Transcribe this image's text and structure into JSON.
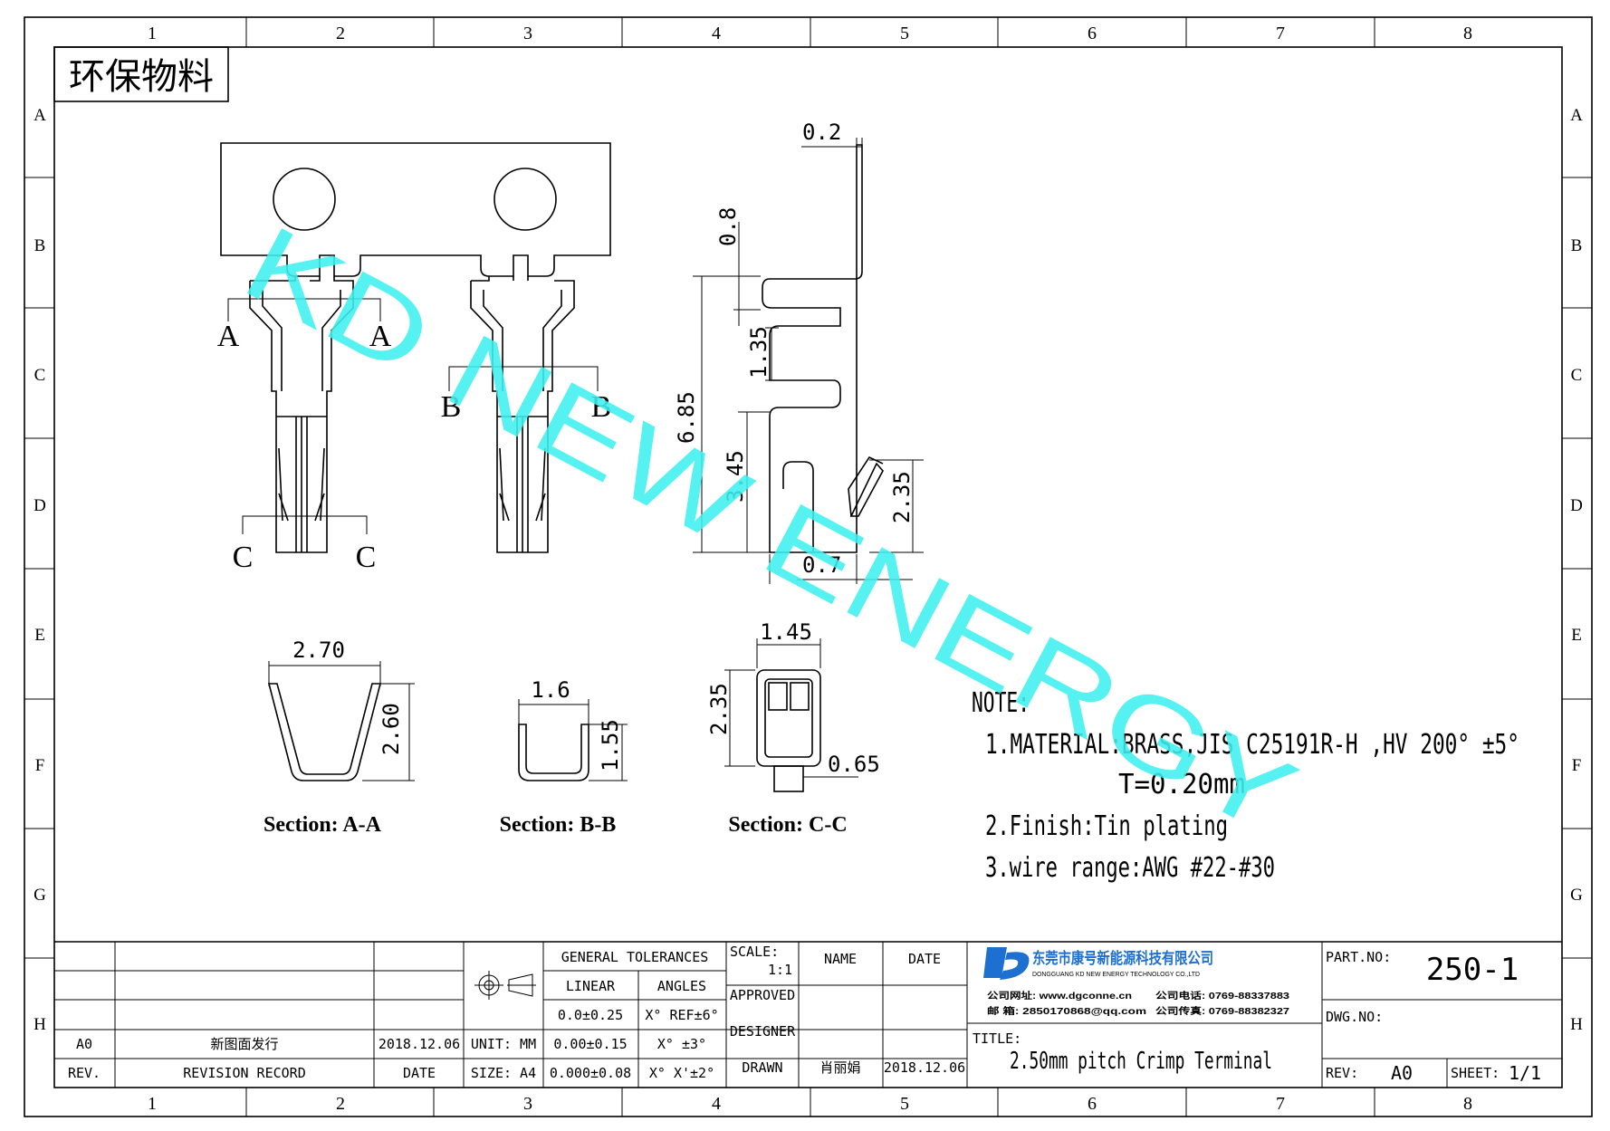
{
  "frame": {
    "cols": [
      "1",
      "2",
      "3",
      "4",
      "5",
      "6",
      "7",
      "8"
    ],
    "rows": [
      "A",
      "B",
      "C",
      "D",
      "E",
      "F",
      "G",
      "H"
    ]
  },
  "stamp": "环保物料",
  "watermark": "KD NEW ENERGY",
  "views": {
    "top": {
      "section_marks": [
        "A",
        "A",
        "B",
        "B",
        "C",
        "C"
      ]
    },
    "side": {
      "dims": [
        "0.2",
        "0.8",
        "6.85",
        "1.35",
        "3.45",
        "2.35",
        "0.7"
      ]
    },
    "sections": [
      {
        "label": "Section: A-A",
        "dims": [
          "2.70",
          "2.60"
        ]
      },
      {
        "label": "Section: B-B",
        "dims": [
          "1.6",
          "1.55"
        ]
      },
      {
        "label": "Section: C-C",
        "dims": [
          "1.45",
          "2.35",
          "0.65"
        ]
      }
    ]
  },
  "note": {
    "title": "NOTE:",
    "lines": [
      "1.MATERIAL:BRASS,JIS C25191R-H ,HV 200° ±5°",
      "T=0.20mm",
      "2.Finish:Tin plating",
      "3.wire range:AWG #22-#30"
    ]
  },
  "title_block": {
    "rev_rows": [
      {
        "rev": "A0",
        "record": "新图面发行",
        "date": "2018.12.06"
      }
    ],
    "rev_headers": {
      "rev": "REV.",
      "record": "REVISION RECORD",
      "date": "DATE"
    },
    "unit": "UNIT: MM",
    "size": "SIZE: A4",
    "tolerances": {
      "header": "GENERAL TOLERANCES",
      "linear_h": "LINEAR",
      "angles_h": "ANGLES",
      "linear": [
        "0.0±0.25",
        "0.00±0.15",
        "0.000±0.08"
      ],
      "angles": [
        "X° REF±6°",
        "X° ±3°",
        "X° X'±2°"
      ]
    },
    "scale_label": "SCALE:",
    "scale_value": "1:1",
    "name_h": "NAME",
    "date_h": "DATE",
    "approved": "APPROVED",
    "designer": "DESIGNER",
    "drawn": "DRAWN",
    "drawn_name": "肖丽娟",
    "drawn_date": "2018.12.06",
    "company_cn": "东莞市康号新能源科技有限公司",
    "company_en": "DONGGUANG KD NEW ENERGY TECHNOLOGY CO.,LTD",
    "contact_1a": "公司网址: www.dgconne.cn",
    "contact_1b": "公司电话: 0769-88337883",
    "contact_2a": "邮    箱: 2850170868@qq.com",
    "contact_2b": "公司传真: 0769-88382327",
    "title_label": "TITLE:",
    "title": "2.50mm pitch Crimp Terminal",
    "part_no_label": "PART.NO:",
    "part_no": "250-1",
    "dwg_no_label": "DWG.NO:",
    "rev_label": "REV:",
    "rev_value": "A0",
    "sheet_label": "SHEET:",
    "sheet_value": "1/1"
  },
  "colors": {
    "watermark": "#3ff0f0",
    "logo": "#1d6fd0",
    "line": "#000000"
  }
}
